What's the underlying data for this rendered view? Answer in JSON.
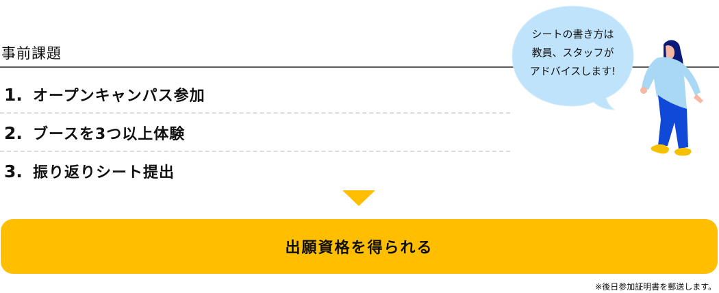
{
  "section": {
    "title": "事前課題"
  },
  "steps": [
    {
      "number": "1.",
      "label": "オープンキャンパス参加"
    },
    {
      "number": "2.",
      "label": "ブースを3つ以上体験"
    },
    {
      "number": "3.",
      "label": "振り返りシート提出"
    }
  ],
  "bubble": {
    "lines": [
      "シートの書き方は",
      "教員、スタッフが",
      "アドバイスします!"
    ]
  },
  "result": {
    "label": "出願資格を得られる"
  },
  "note": "※後日参加証明書を郵送します。",
  "colors": {
    "accent_yellow": "#ffbf00",
    "highlight_yellow": "#ffe100",
    "bubble_blue": "#bfe3fb",
    "rule_gray": "#5c5c5c"
  }
}
